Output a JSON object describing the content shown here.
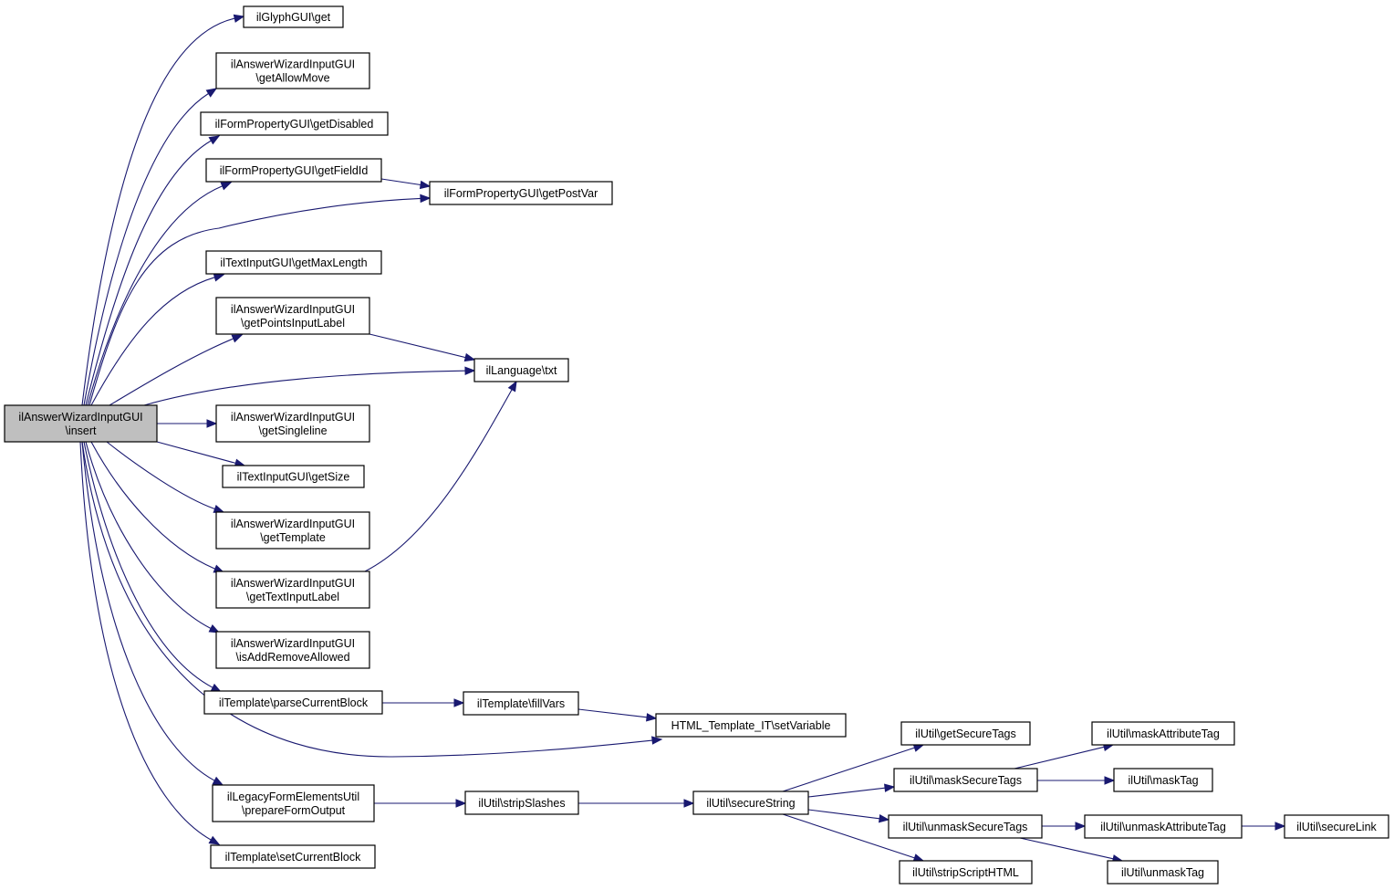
{
  "diagram": {
    "nodes": [
      {
        "id": "root",
        "lines": [
          "ilAnswerWizardInputGUI",
          "\\insert"
        ],
        "root": true
      },
      {
        "id": "n_glyph_get",
        "lines": [
          "ilGlyphGUI\\get"
        ]
      },
      {
        "id": "n_getAllowMove",
        "lines": [
          "ilAnswerWizardInputGUI",
          "\\getAllowMove"
        ]
      },
      {
        "id": "n_getDisabled",
        "lines": [
          "ilFormPropertyGUI\\getDisabled"
        ]
      },
      {
        "id": "n_getFieldId",
        "lines": [
          "ilFormPropertyGUI\\getFieldId"
        ]
      },
      {
        "id": "n_getPostVar",
        "lines": [
          "ilFormPropertyGUI\\getPostVar"
        ]
      },
      {
        "id": "n_getMaxLength",
        "lines": [
          "ilTextInputGUI\\getMaxLength"
        ]
      },
      {
        "id": "n_getPointsInputLabel",
        "lines": [
          "ilAnswerWizardInputGUI",
          "\\getPointsInputLabel"
        ]
      },
      {
        "id": "n_txt",
        "lines": [
          "ilLanguage\\txt"
        ]
      },
      {
        "id": "n_getSingleline",
        "lines": [
          "ilAnswerWizardInputGUI",
          "\\getSingleline"
        ]
      },
      {
        "id": "n_getSize",
        "lines": [
          "ilTextInputGUI\\getSize"
        ]
      },
      {
        "id": "n_getTemplate",
        "lines": [
          "ilAnswerWizardInputGUI",
          "\\getTemplate"
        ]
      },
      {
        "id": "n_getTextInputLabel",
        "lines": [
          "ilAnswerWizardInputGUI",
          "\\getTextInputLabel"
        ]
      },
      {
        "id": "n_isAddRemoveAllowed",
        "lines": [
          "ilAnswerWizardInputGUI",
          "\\isAddRemoveAllowed"
        ]
      },
      {
        "id": "n_parseCurrentBlock",
        "lines": [
          "ilTemplate\\parseCurrentBlock"
        ]
      },
      {
        "id": "n_fillVars",
        "lines": [
          "ilTemplate\\fillVars"
        ]
      },
      {
        "id": "n_setVariable",
        "lines": [
          "HTML_Template_IT\\setVariable"
        ]
      },
      {
        "id": "n_prepareFormOutput",
        "lines": [
          "ilLegacyFormElementsUtil",
          "\\prepareFormOutput"
        ]
      },
      {
        "id": "n_stripSlashes",
        "lines": [
          "ilUtil\\stripSlashes"
        ]
      },
      {
        "id": "n_secureString",
        "lines": [
          "ilUtil\\secureString"
        ]
      },
      {
        "id": "n_setCurrentBlock",
        "lines": [
          "ilTemplate\\setCurrentBlock"
        ]
      },
      {
        "id": "n_getSecureTags",
        "lines": [
          "ilUtil\\getSecureTags"
        ]
      },
      {
        "id": "n_maskSecureTags",
        "lines": [
          "ilUtil\\maskSecureTags"
        ]
      },
      {
        "id": "n_unmaskSecureTags",
        "lines": [
          "ilUtil\\unmaskSecureTags"
        ]
      },
      {
        "id": "n_stripScriptHTML",
        "lines": [
          "ilUtil\\stripScriptHTML"
        ]
      },
      {
        "id": "n_maskAttributeTag",
        "lines": [
          "ilUtil\\maskAttributeTag"
        ]
      },
      {
        "id": "n_maskTag",
        "lines": [
          "ilUtil\\maskTag"
        ]
      },
      {
        "id": "n_unmaskAttributeTag",
        "lines": [
          "ilUtil\\unmaskAttributeTag"
        ]
      },
      {
        "id": "n_unmaskTag",
        "lines": [
          "ilUtil\\unmaskTag"
        ]
      },
      {
        "id": "n_secureLink",
        "lines": [
          "ilUtil\\secureLink"
        ]
      }
    ],
    "edges": [
      {
        "from": "root",
        "to": "n_glyph_get"
      },
      {
        "from": "root",
        "to": "n_getAllowMove"
      },
      {
        "from": "root",
        "to": "n_getDisabled"
      },
      {
        "from": "root",
        "to": "n_getFieldId"
      },
      {
        "from": "root",
        "to": "n_getPostVar"
      },
      {
        "from": "root",
        "to": "n_getMaxLength"
      },
      {
        "from": "root",
        "to": "n_getPointsInputLabel"
      },
      {
        "from": "root",
        "to": "n_txt"
      },
      {
        "from": "root",
        "to": "n_getSingleline"
      },
      {
        "from": "root",
        "to": "n_getSize"
      },
      {
        "from": "root",
        "to": "n_getTemplate"
      },
      {
        "from": "root",
        "to": "n_getTextInputLabel"
      },
      {
        "from": "root",
        "to": "n_isAddRemoveAllowed"
      },
      {
        "from": "root",
        "to": "n_parseCurrentBlock"
      },
      {
        "from": "root",
        "to": "n_setVariable"
      },
      {
        "from": "root",
        "to": "n_prepareFormOutput"
      },
      {
        "from": "root",
        "to": "n_setCurrentBlock"
      },
      {
        "from": "n_getFieldId",
        "to": "n_getPostVar"
      },
      {
        "from": "n_getPointsInputLabel",
        "to": "n_txt"
      },
      {
        "from": "n_getTextInputLabel",
        "to": "n_txt"
      },
      {
        "from": "n_parseCurrentBlock",
        "to": "n_fillVars"
      },
      {
        "from": "n_fillVars",
        "to": "n_setVariable"
      },
      {
        "from": "n_prepareFormOutput",
        "to": "n_stripSlashes"
      },
      {
        "from": "n_stripSlashes",
        "to": "n_secureString"
      },
      {
        "from": "n_secureString",
        "to": "n_getSecureTags"
      },
      {
        "from": "n_secureString",
        "to": "n_maskSecureTags"
      },
      {
        "from": "n_secureString",
        "to": "n_unmaskSecureTags"
      },
      {
        "from": "n_secureString",
        "to": "n_stripScriptHTML"
      },
      {
        "from": "n_maskSecureTags",
        "to": "n_maskAttributeTag"
      },
      {
        "from": "n_maskSecureTags",
        "to": "n_maskTag"
      },
      {
        "from": "n_unmaskSecureTags",
        "to": "n_unmaskAttributeTag"
      },
      {
        "from": "n_unmaskSecureTags",
        "to": "n_unmaskTag"
      },
      {
        "from": "n_unmaskAttributeTag",
        "to": "n_secureLink"
      }
    ]
  }
}
